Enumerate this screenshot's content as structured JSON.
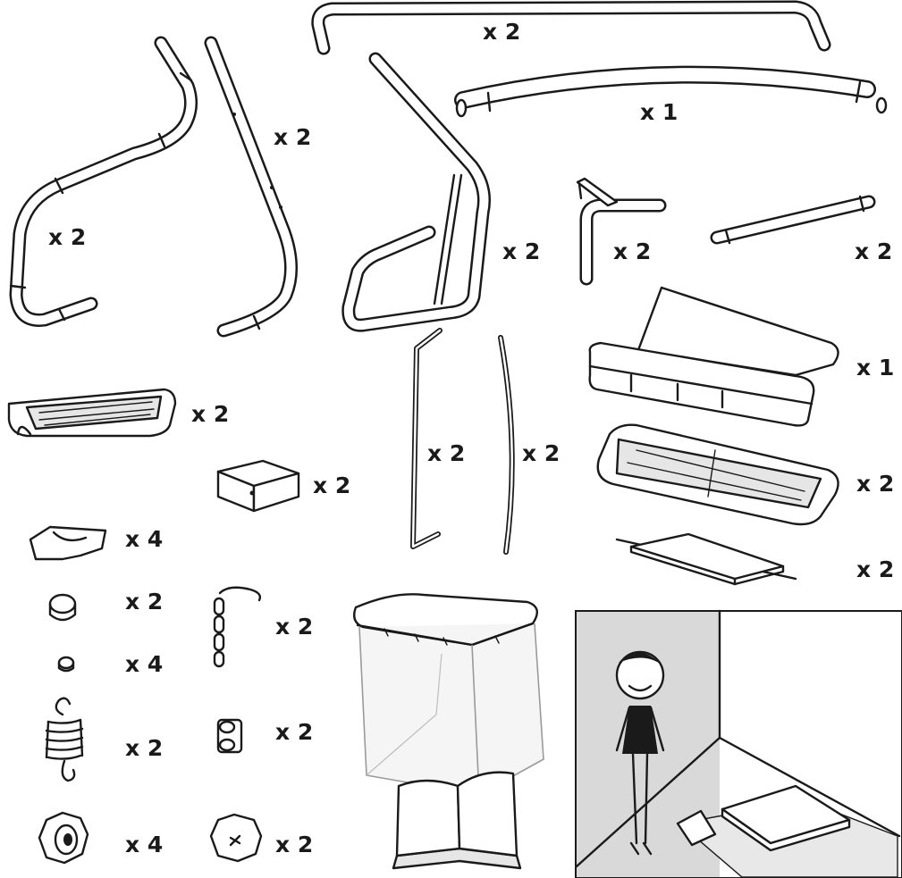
{
  "quantities": {
    "top_arch": "x 2",
    "bottom_long_tube": "x 1",
    "curved_leg_left": "x 2",
    "straight_leg": "x 2",
    "side_frame": "x 2",
    "t_bracket": "x 2",
    "short_tube": "x 2",
    "seat_cushion": "x 1",
    "armrest_tray": "x 2",
    "clamp_bracket": "x 2",
    "canopy_rod_bent": "x 2",
    "canopy_rod_curved": "x 2",
    "seat_mesh_frame": "x 2",
    "flat_panel": "x 2",
    "foot_pad": "x 4",
    "end_cap_large": "x 2",
    "end_cap_small": "x 4",
    "chain": "x 2",
    "spring": "x 2",
    "snap_buttons": "x 2",
    "knob_washer": "x 4",
    "knob_screw": "x 2"
  },
  "colors": {
    "ink": "#1a1a1a",
    "part_fill": "#ffffff",
    "mesh_fill": "#e6e6e6",
    "scene_wall": "#d9d9d9",
    "net_line": "#9a9a9a"
  }
}
